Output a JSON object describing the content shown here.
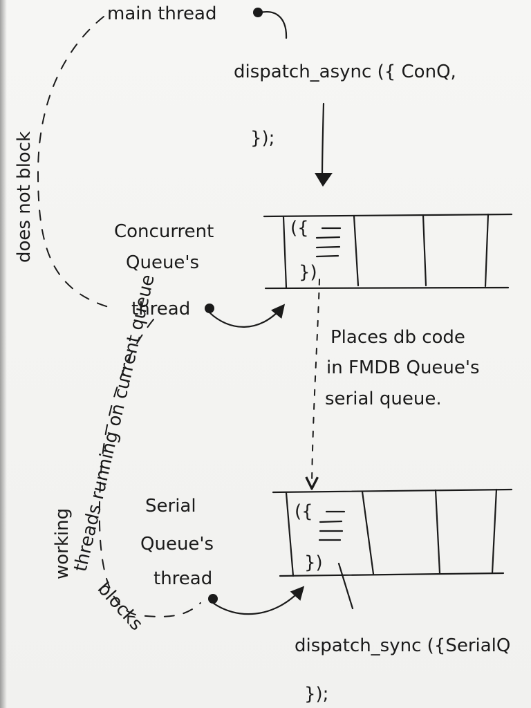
{
  "labels": {
    "main_thread": "main thread",
    "dispatch_async_line1": "dispatch_async ({ ConQ,",
    "dispatch_async_line2": "});",
    "concurrent_line1": "Concurrent",
    "concurrent_line2": "Queue's",
    "concurrent_line3": "thread",
    "does_not_block": "does not block",
    "places_line1": "Places db code",
    "places_line2": "in FMDB Queue's",
    "places_line3": "serial queue.",
    "serial_line1": "Serial",
    "serial_line2": "Queue's",
    "serial_line3": "thread",
    "working_line1": "working",
    "working_line2": "threads running on current queue",
    "blocks": "blocks",
    "dispatch_sync_line1": "dispatch_sync ({SerialQ",
    "dispatch_sync_line2": "});",
    "block_open": "({",
    "block_close": "})"
  },
  "colors": {
    "ink": "#1a1a1a",
    "paper": "#f4f4f2"
  }
}
